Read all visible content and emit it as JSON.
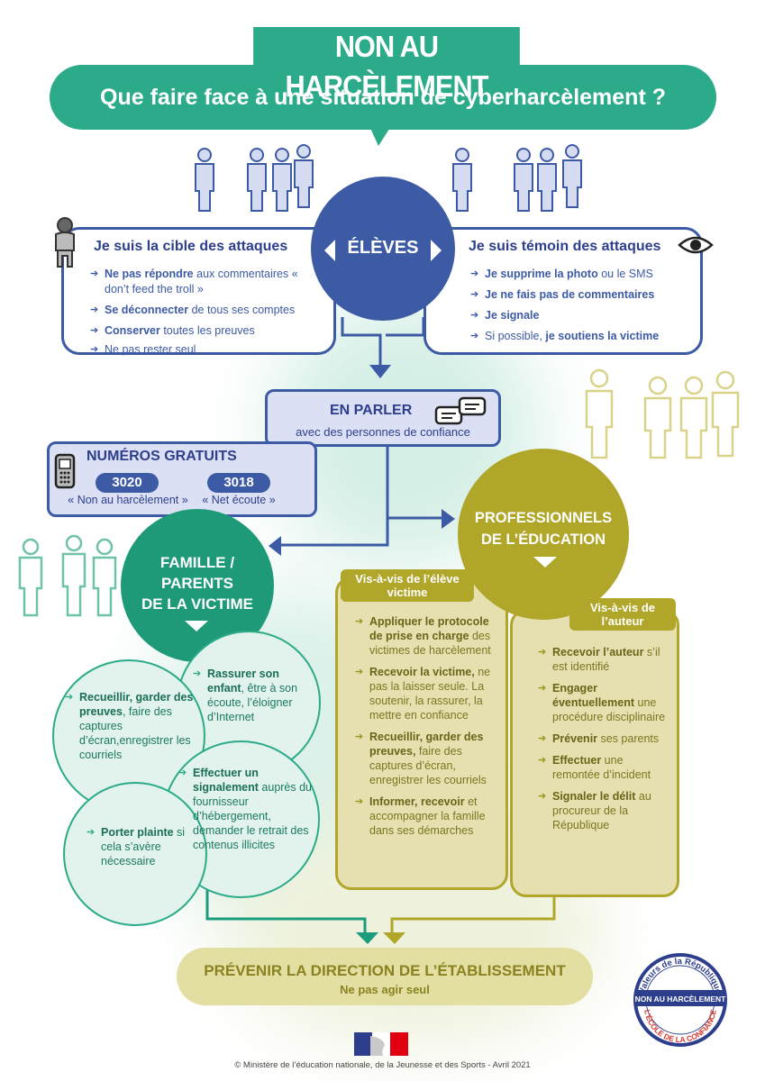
{
  "header": {
    "banner": "NON AU HARCÈLEMENT",
    "subtitle": "Que faire face à une situation de cyberharcèlement ?"
  },
  "eleves": {
    "label": "ÉLÈVES"
  },
  "cible": {
    "title": "Je suis la cible des attaques",
    "items": [
      {
        "bold": "Ne pas répondre",
        "text": " aux commentaires « don’t feed the troll »"
      },
      {
        "bold": "Se déconnecter",
        "text": " de tous ses comptes"
      },
      {
        "bold": "Conserver",
        "text": " toutes les preuves"
      },
      {
        "bold": "",
        "text": "Ne pas rester seul"
      }
    ]
  },
  "temoin": {
    "title": "Je suis témoin des attaques",
    "items": [
      {
        "bold": "Je supprime la photo",
        "text": " ou le SMS"
      },
      {
        "bold": "Je ne fais pas de commentaires",
        "text": ""
      },
      {
        "bold": "Je signale",
        "text": ""
      },
      {
        "bold": "",
        "text": "Si possible, ",
        "bold2": "je soutiens la victime"
      }
    ]
  },
  "parler": {
    "title": "EN PARLER",
    "subtitle": "avec des personnes de confiance"
  },
  "numeros": {
    "title": "NUMÉROS GRATUITS",
    "n1": "3020",
    "n1_label": "« Non au harcèlement »",
    "n2": "3018",
    "n2_label": "« Net écoute »"
  },
  "famille": {
    "line1": "FAMILLE /",
    "line2": "PARENTS",
    "line3": "DE LA VICTIME",
    "bubbles": [
      {
        "bold": "Rassurer son enfant",
        "text": ", être à son écoute, l’éloigner d’Internet"
      },
      {
        "bold": "Recueillir, garder des preuves",
        "text": ", faire des captures d’écran,enregistrer les courriels"
      },
      {
        "bold": "Effectuer un signalement",
        "text": " auprès du fournisseur d’hébergement, demander le retrait des contenus illicites"
      },
      {
        "bold": "Porter plainte",
        "text": " si cela s’avère nécessaire"
      }
    ]
  },
  "professionnels": {
    "line1": "PROFESSIONNELS",
    "line2": "DE L’ÉDUCATION",
    "victime_tab": "Vis-à-vis de l’élève victime",
    "victime_items": [
      {
        "bold": "Appliquer le protocole de prise en charge",
        "text": " des victimes de harcèlement"
      },
      {
        "bold": "Recevoir la victime,",
        "text": " ne pas la laisser seule. La soutenir, la rassurer, la mettre en confiance"
      },
      {
        "bold": "Recueillir, garder des preuves,",
        "text": " faire des captures d’écran, enregistrer les courriels"
      },
      {
        "bold": "Informer, recevoir",
        "text": " et accompagner la famille dans ses démarches"
      }
    ],
    "auteur_tab": "Vis-à-vis de l’auteur",
    "auteur_items": [
      {
        "bold": "Recevoir l’auteur",
        "text": " s’il est identifié"
      },
      {
        "bold": "Engager éventuellement",
        "text": " une procédure disciplinaire"
      },
      {
        "bold": "Prévenir",
        "text": " ses parents"
      },
      {
        "bold": "Effectuer",
        "text": " une remontée d’incident"
      },
      {
        "bold": "Signaler le délit",
        "text": " au procureur de la République"
      }
    ]
  },
  "direction": {
    "title": "PRÉVENIR LA DIRECTION DE L’ÉTABLISSEMENT",
    "subtitle": "Ne pas agir seul"
  },
  "seal": {
    "top": "Valeurs de la République",
    "middle": "NON AU HARCÈLEMENT",
    "bottom": "L’ÉCOLE DE LA CONFIANCE"
  },
  "footer": {
    "credit": "© Ministère de l’éducation nationale, de la Jeunesse et des Sports - Avril 2021"
  },
  "colors": {
    "green": "#2bab89",
    "blue": "#3d5aa5",
    "olive": "#b0a62a"
  }
}
